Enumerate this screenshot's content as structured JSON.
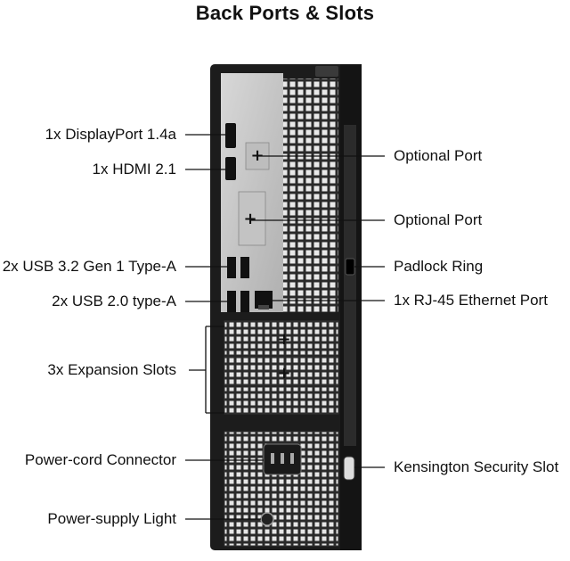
{
  "title": "Back Ports & Slots",
  "labels_left": [
    "1x DisplayPort 1.4a",
    "1x HDMI 2.1",
    "2x USB 3.2 Gen 1 Type-A",
    "2x USB 2.0 type-A",
    "3x Expansion Slots",
    "Power-cord Connector",
    "Power-supply Light"
  ],
  "labels_right": [
    "Optional Port",
    "Optional Port",
    "Padlock Ring",
    "1x RJ-45 Ethernet Port",
    "Kensington Security Slot"
  ],
  "colors": {
    "case": "#1c1c1c",
    "io_plate": "#c9c9c9",
    "line": "#111111"
  }
}
